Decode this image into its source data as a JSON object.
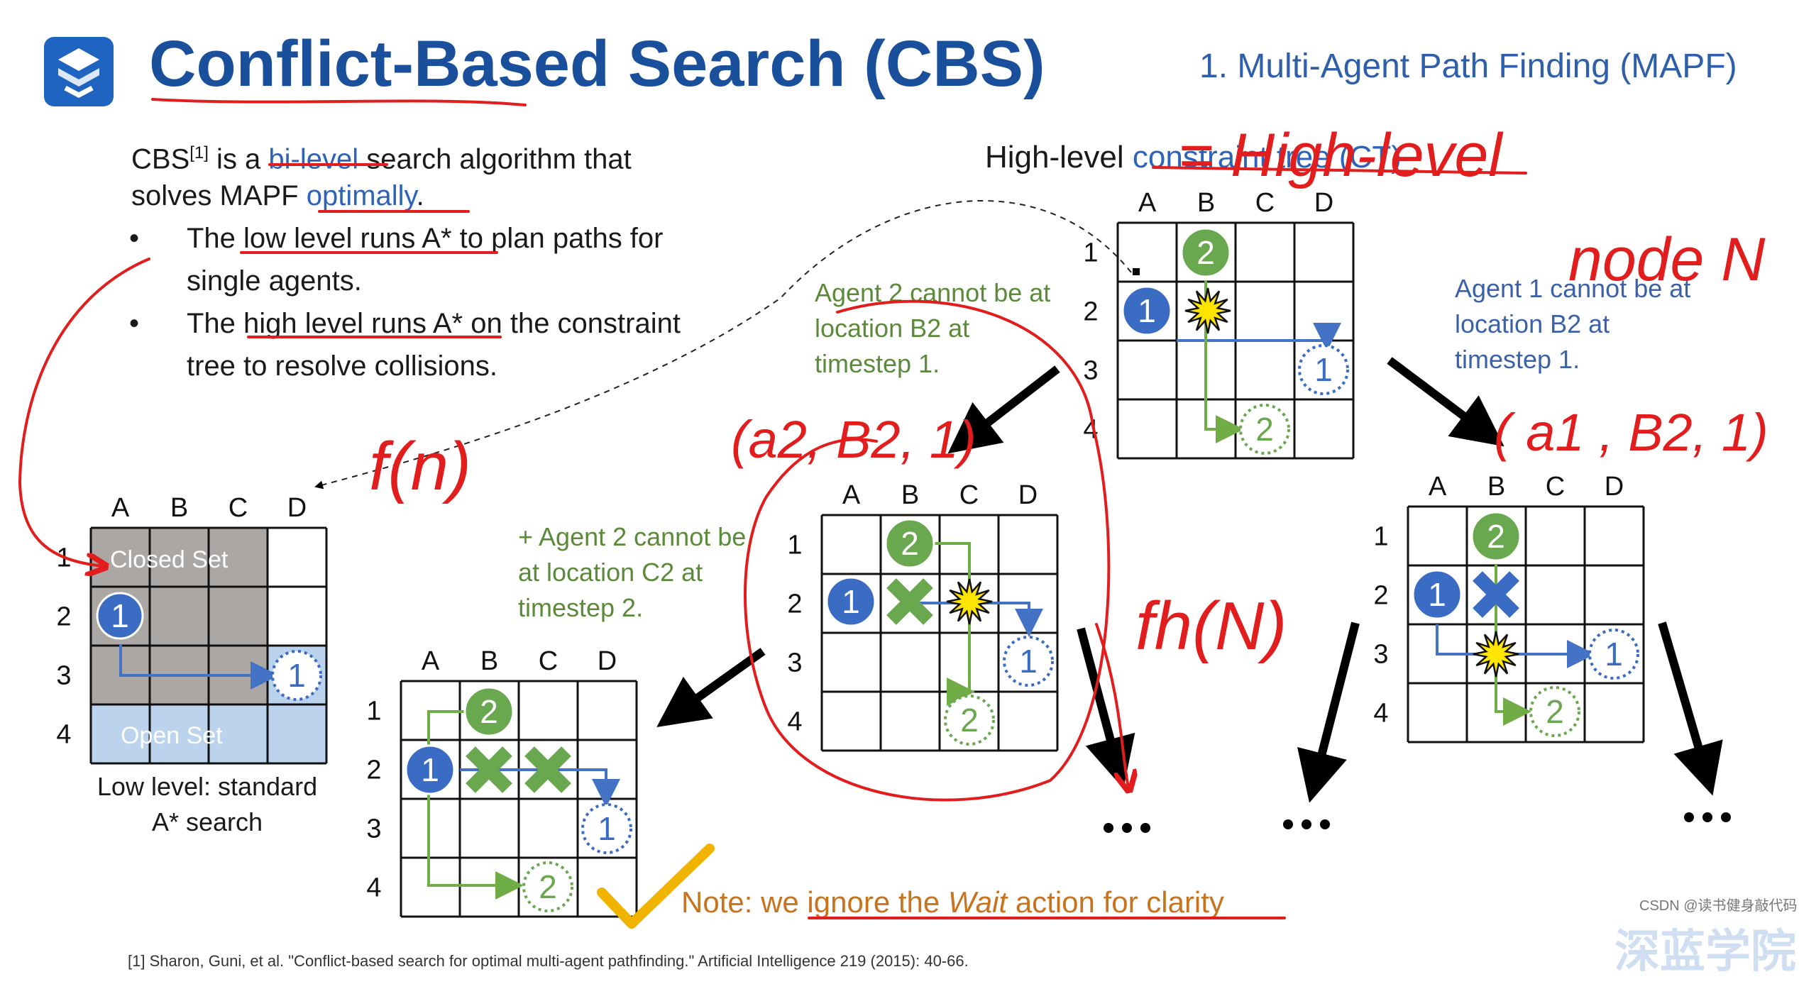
{
  "title": "Conflict-Based Search (CBS)",
  "section": "1. Multi-Agent Path Finding (MAPF)",
  "intro": {
    "cbs": "CBS",
    "ref": "[1]",
    "is_a": " is a ",
    "bilevel": "bi-level",
    "search_algo": " search algorithm that",
    "solves": "solves MAPF ",
    "optimally": "optimally",
    "period": "."
  },
  "bullets": [
    {
      "marker": "•",
      "line1": "The low level runs A* to plan paths for",
      "line2": "single agents."
    },
    {
      "marker": "•",
      "line1": "The high level runs A* on the constraint",
      "line2": "tree to resolve collisions."
    }
  ],
  "ct_heading": {
    "prefix": "High-level ",
    "link": "constraint tree (CT)"
  },
  "grid_cols": [
    "A",
    "B",
    "C",
    "D"
  ],
  "grid_rows": [
    "1",
    "2",
    "3",
    "4"
  ],
  "low_level": {
    "closed_label": "Closed Set",
    "open_label": "Open Set",
    "caption_line1": "Low level: standard",
    "caption_line2": "A* search"
  },
  "notes": {
    "left_constraint": [
      "Agent 2 cannot be at",
      "location B2 at",
      "timestep 1."
    ],
    "right_constraint": [
      "Agent 1 cannot be at",
      "location B2 at",
      "timestep 1."
    ],
    "plus_constraint": [
      "+ Agent 2 cannot be",
      "at location C2 at",
      "timestep 2."
    ]
  },
  "agents": {
    "one": "1",
    "two": "2"
  },
  "ellipsis": "...",
  "note": {
    "prefix": "Note: ",
    "underlined": "we ignore the ",
    "italic": "Wait",
    "suffix": " action for clarity"
  },
  "handwriting": {
    "eq": "= High-level",
    "node": "node N",
    "fn": "f(n)",
    "fhn": "fh(N)",
    "left_tuple": "(a2, B2, 1)",
    "right_tuple": "( a1 , B2, 1)"
  },
  "citation": "[1] Sharon, Guni, et al. \"Conflict-based search for optimal multi-agent pathfinding.\" Artificial Intelligence 219 (2015): 40-66.",
  "watermark": "深蓝学院",
  "csdn_mark": "CSDN @读书健身敲代码",
  "colors": {
    "title": "#1a4f9c",
    "agent1": "#3a6cc4",
    "agent2": "#6aa84f",
    "path1": "#4472c4",
    "path2": "#70ad47",
    "annotation": "#e21d1d",
    "closed": "#aba7a4",
    "open": "#bcd3ee",
    "note": "#c8731e"
  }
}
